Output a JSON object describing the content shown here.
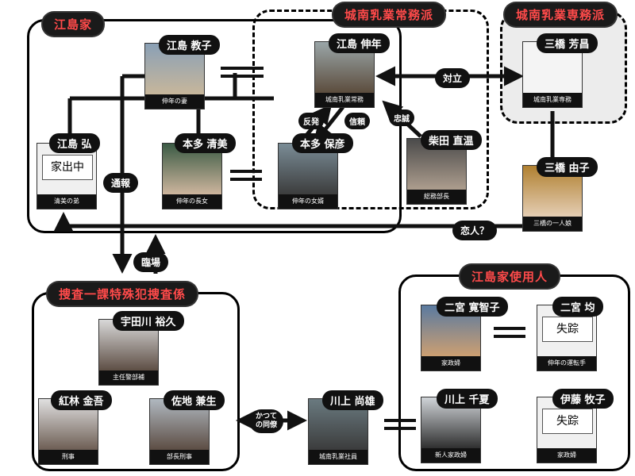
{
  "groups": {
    "ejima": "江島家",
    "jomu": "城南乳業常務派",
    "senmu": "城南乳業専務派",
    "sousa": "捜査一課特殊犯捜査係",
    "shiyounin": "江島家使用人"
  },
  "people": {
    "noriko": {
      "name": "江島 教子",
      "role": "伸年の妻"
    },
    "nobutoshi": {
      "name": "江島 伸年",
      "role": "城南乳業常務"
    },
    "yoshimasa": {
      "name": "三橋 芳昌",
      "role": "城南乳業専務"
    },
    "hiroshi": {
      "name": "江島 弘",
      "role": "清美の弟",
      "status": "家出中"
    },
    "kiyomi": {
      "name": "本多 清美",
      "role": "伸年の長女"
    },
    "yasuhiko": {
      "name": "本多 保彦",
      "role": "伸年の女婿"
    },
    "naoharu": {
      "name": "柴田 直温",
      "role": "総務部長"
    },
    "yuko": {
      "name": "三橋 由子",
      "role": "三橋の一人娘"
    },
    "hirohisa": {
      "name": "宇田川 裕久",
      "role": "主任警部補"
    },
    "kingo": {
      "name": "紅林 金吾",
      "role": "刑事"
    },
    "kanesei": {
      "name": "佐地 兼生",
      "role": "部長刑事"
    },
    "naoo": {
      "name": "川上 尚雄",
      "role": "城南乳業社員"
    },
    "michiko": {
      "name": "二宮 寛智子",
      "role": "家政婦"
    },
    "hitoshi": {
      "name": "二宮 均",
      "role": "伸年の運転手",
      "status": "失踪"
    },
    "chika": {
      "name": "川上 千夏",
      "role": "新人家政婦"
    },
    "makiko": {
      "name": "伊藤 牧子",
      "role": "家政婦",
      "status": "失踪"
    }
  },
  "relations": {
    "tairitsu": "対立",
    "hanpatsu": "反発",
    "shinrai": "信頼",
    "chuusei": "忠誠",
    "tsuuhou": "通報",
    "rinjou": "臨場",
    "koibito": "恋人？",
    "dousou_line1": "かつて",
    "dousou_line2": "の同僚"
  }
}
